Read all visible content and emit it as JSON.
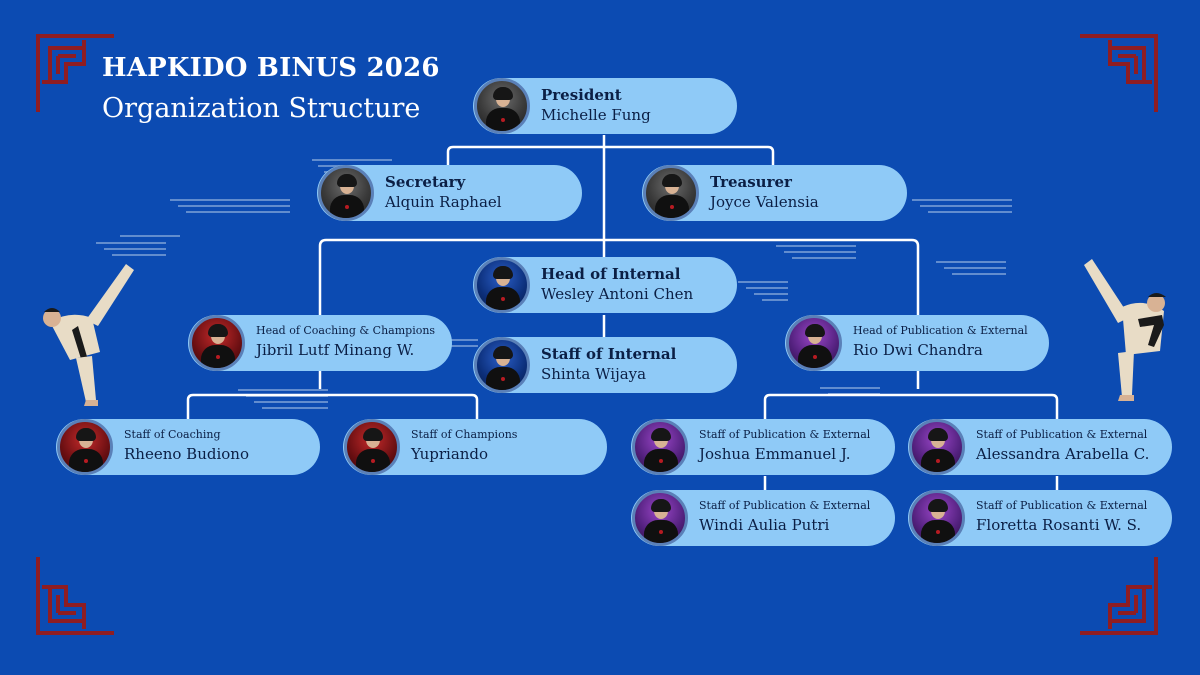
{
  "title": {
    "line1": "HAPKIDO BINUS 2026",
    "line2": "Organization Structure"
  },
  "colors": {
    "background": "#0c4bb2",
    "card": "#8fcaf7",
    "connector": "#ffffff",
    "ornament": "#8e1d22",
    "text": "#0b1f45"
  },
  "members": {
    "president": {
      "role": "President",
      "name": "Michelle Fung",
      "avatar": "person-photo-gray"
    },
    "secretary": {
      "role": "Secretary",
      "name": "Alquin Raphael",
      "avatar": "person-photo-gray"
    },
    "treasurer": {
      "role": "Treasurer",
      "name": "Joyce Valensia",
      "avatar": "person-photo-gray"
    },
    "head_internal": {
      "role": "Head of Internal",
      "name": "Wesley Antoni Chen",
      "avatar": "person-photo-blue"
    },
    "staff_internal": {
      "role": "Staff of Internal",
      "name": "Shinta Wijaya",
      "avatar": "person-photo-blue"
    },
    "head_coaching": {
      "role": "Head of Coaching & Champions",
      "name": "Jibril Lutf Minang W.",
      "avatar": "person-photo-red"
    },
    "staff_coaching": {
      "role": "Staff of Coaching",
      "name": "Rheeno Budiono",
      "avatar": "person-photo-red"
    },
    "staff_champions": {
      "role": "Staff of Champions",
      "name": "Yupriando",
      "avatar": "person-photo-red"
    },
    "head_publication": {
      "role": "Head of Publication & External",
      "name": "Rio Dwi Chandra",
      "avatar": "person-photo-purple"
    },
    "staff_pub_1": {
      "role": "Staff of Publication & External",
      "name": "Joshua Emmanuel J.",
      "avatar": "person-photo-purple"
    },
    "staff_pub_2": {
      "role": "Staff of Publication & External",
      "name": "Alessandra Arabella C.",
      "avatar": "person-photo-purple"
    },
    "staff_pub_3": {
      "role": "Staff of Publication & External",
      "name": "Windi Aulia Putri",
      "avatar": "person-photo-purple"
    },
    "staff_pub_4": {
      "role": "Staff of Publication & External",
      "name": "Floretta Rosanti W. S.",
      "avatar": "person-photo-purple"
    }
  },
  "decorations": {
    "corner_ornament": "chinese-knot-icon",
    "cloud_pattern": "cloud-swirl-icon",
    "left_figure": "hapkido-kick-illustration",
    "right_figure": "hapkido-kick-illustration"
  }
}
